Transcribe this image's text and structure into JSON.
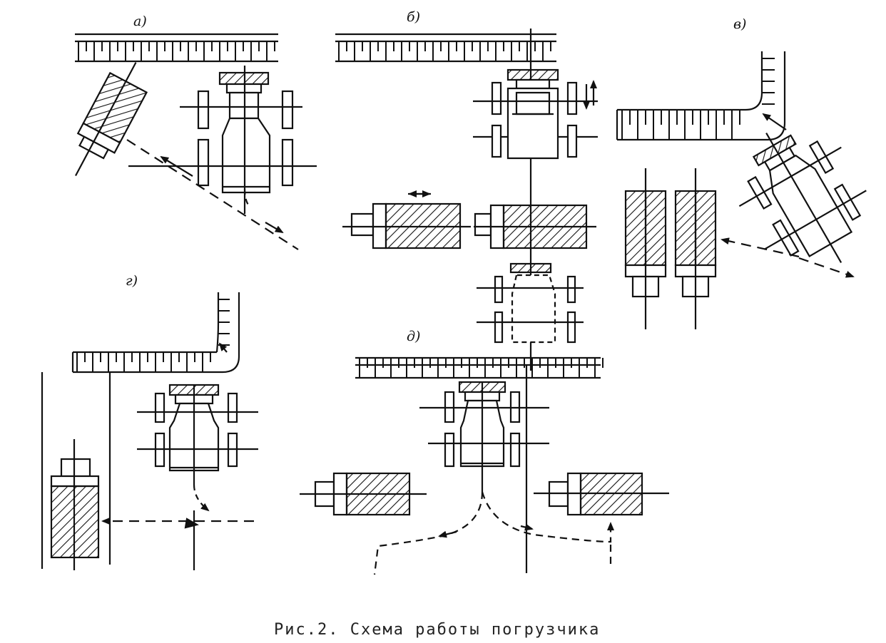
{
  "caption": "Рис.2. Схема работы погрузчика",
  "panels": [
    {
      "id": "a",
      "label": "а)"
    },
    {
      "id": "b",
      "label": "б)"
    },
    {
      "id": "v",
      "label": "в)"
    },
    {
      "id": "g",
      "label": "г)"
    },
    {
      "id": "d",
      "label": "д)"
    }
  ]
}
